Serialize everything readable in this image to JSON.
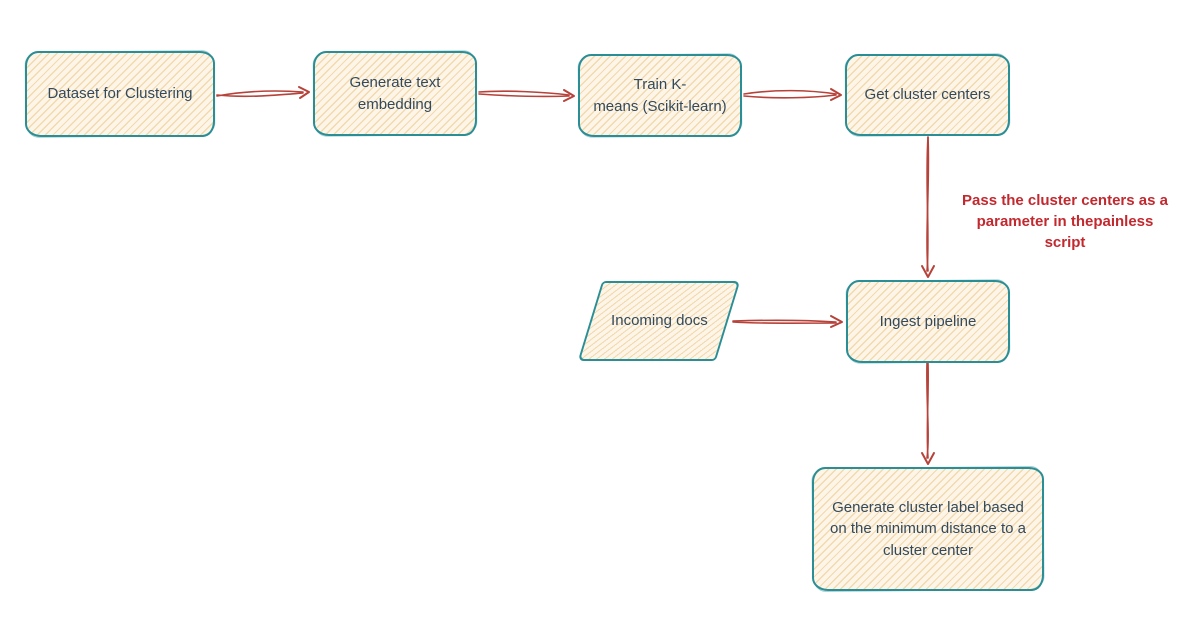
{
  "diagram_title": "",
  "nodes": {
    "dataset": {
      "label": "Dataset for Clustering",
      "shape": "rounded-rectangle"
    },
    "generate_embedding": {
      "label": "Generate text\nembedding",
      "shape": "rounded-rectangle"
    },
    "train_kmeans": {
      "label": "Train K-\nmeans (Scikit-learn)",
      "shape": "rounded-rectangle"
    },
    "get_cluster_centers": {
      "label": "Get cluster centers",
      "shape": "rounded-rectangle"
    },
    "incoming_docs": {
      "label": "Incoming docs",
      "shape": "parallelogram"
    },
    "ingest_pipeline": {
      "label": "Ingest pipeline",
      "shape": "rounded-rectangle"
    },
    "generate_cluster_label": {
      "label": "Generate cluster label based\non the minimum distance to a\ncluster center",
      "shape": "rounded-rectangle"
    }
  },
  "annotation": {
    "label": "Pass the cluster centers as a\nparameter in thepainless\nscript"
  },
  "edges": [
    {
      "from": "dataset",
      "to": "generate_embedding"
    },
    {
      "from": "generate_embedding",
      "to": "train_kmeans"
    },
    {
      "from": "train_kmeans",
      "to": "get_cluster_centers"
    },
    {
      "from": "get_cluster_centers",
      "to": "ingest_pipeline"
    },
    {
      "from": "incoming_docs",
      "to": "ingest_pipeline"
    },
    {
      "from": "ingest_pipeline",
      "to": "generate_cluster_label"
    }
  ],
  "colors": {
    "node_border": "#2a8e96",
    "node_fill": "#fdf6e8",
    "node_hatch": "#f3d9ae",
    "node_text": "#344a5c",
    "arrow": "#b6423a",
    "annotation_text": "#c2292f",
    "background": "#ffffff"
  }
}
